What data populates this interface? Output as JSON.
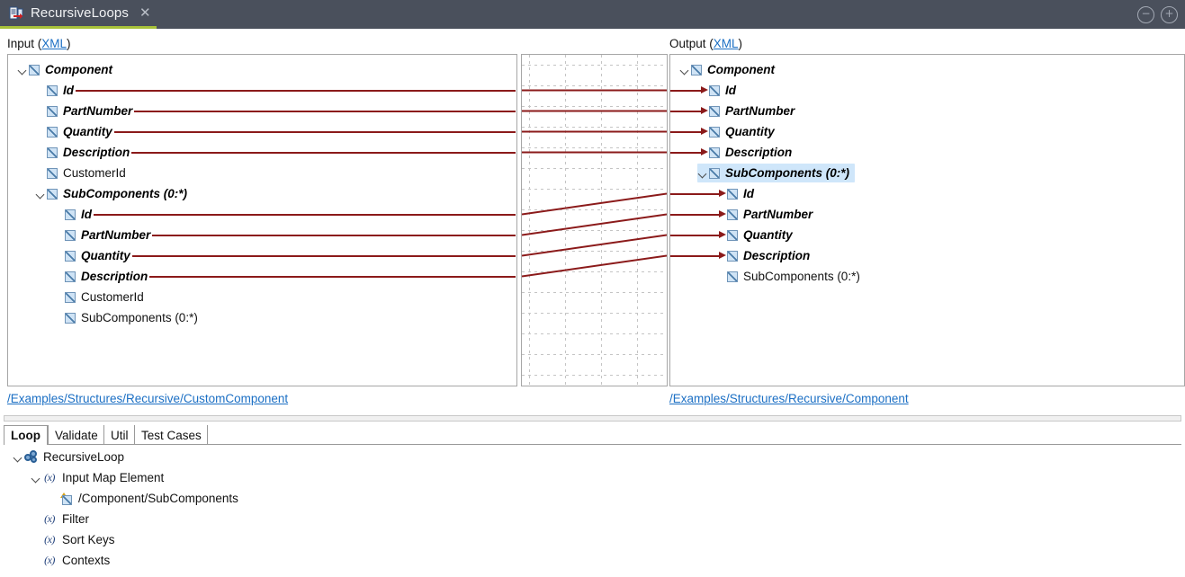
{
  "window": {
    "tab_title": "RecursiveLoops",
    "tab_icon": "mapping-document-icon",
    "close_label": "✕",
    "minimize_label": "−",
    "maximize_label": "+",
    "accent_color": "#a8c23a",
    "titlebar_color": "#4a505c"
  },
  "panels": {
    "input": {
      "label_prefix": "Input (",
      "label_link": "XML",
      "label_suffix": ")",
      "path": "/Examples/Structures/Recursive/CustomComponent"
    },
    "output": {
      "label_prefix": "Output (",
      "label_link": "XML",
      "label_suffix": ")",
      "path": "/Examples/Structures/Recursive/Component"
    }
  },
  "input_tree": [
    {
      "label": "Component",
      "indent": 0,
      "twisty": true,
      "mapped": true,
      "connector": false
    },
    {
      "label": "Id",
      "indent": 1,
      "twisty": false,
      "mapped": true,
      "connector": true
    },
    {
      "label": "PartNumber",
      "indent": 1,
      "twisty": false,
      "mapped": true,
      "connector": true
    },
    {
      "label": "Quantity",
      "indent": 1,
      "twisty": false,
      "mapped": true,
      "connector": true
    },
    {
      "label": "Description",
      "indent": 1,
      "twisty": false,
      "mapped": true,
      "connector": true
    },
    {
      "label": "CustomerId",
      "indent": 1,
      "twisty": false,
      "mapped": false,
      "connector": false
    },
    {
      "label": "SubComponents (0:*)",
      "indent": 1,
      "twisty": true,
      "mapped": true,
      "connector": false
    },
    {
      "label": "Id",
      "indent": 2,
      "twisty": false,
      "mapped": true,
      "connector": true
    },
    {
      "label": "PartNumber",
      "indent": 2,
      "twisty": false,
      "mapped": true,
      "connector": true
    },
    {
      "label": "Quantity",
      "indent": 2,
      "twisty": false,
      "mapped": true,
      "connector": true
    },
    {
      "label": "Description",
      "indent": 2,
      "twisty": false,
      "mapped": true,
      "connector": true
    },
    {
      "label": "CustomerId",
      "indent": 2,
      "twisty": false,
      "mapped": false,
      "connector": false
    },
    {
      "label": "SubComponents (0:*)",
      "indent": 2,
      "twisty": false,
      "mapped": false,
      "connector": false
    }
  ],
  "output_tree": [
    {
      "label": "Component",
      "indent": 0,
      "twisty": true,
      "mapped": true,
      "arrow": false,
      "selected": false
    },
    {
      "label": "Id",
      "indent": 1,
      "twisty": false,
      "mapped": true,
      "arrow": true,
      "selected": false
    },
    {
      "label": "PartNumber",
      "indent": 1,
      "twisty": false,
      "mapped": true,
      "arrow": true,
      "selected": false
    },
    {
      "label": "Quantity",
      "indent": 1,
      "twisty": false,
      "mapped": true,
      "arrow": true,
      "selected": false
    },
    {
      "label": "Description",
      "indent": 1,
      "twisty": false,
      "mapped": true,
      "arrow": true,
      "selected": false
    },
    {
      "label": "SubComponents (0:*)",
      "indent": 1,
      "twisty": true,
      "mapped": true,
      "arrow": false,
      "selected": true
    },
    {
      "label": "Id",
      "indent": 2,
      "twisty": false,
      "mapped": true,
      "arrow": true,
      "selected": false
    },
    {
      "label": "PartNumber",
      "indent": 2,
      "twisty": false,
      "mapped": true,
      "arrow": true,
      "selected": false
    },
    {
      "label": "Quantity",
      "indent": 2,
      "twisty": false,
      "mapped": true,
      "arrow": true,
      "selected": false
    },
    {
      "label": "Description",
      "indent": 2,
      "twisty": false,
      "mapped": true,
      "arrow": true,
      "selected": false
    },
    {
      "label": "SubComponents (0:*)",
      "indent": 2,
      "twisty": false,
      "mapped": false,
      "arrow": false,
      "selected": false
    }
  ],
  "mapping_lines": {
    "color": "#8b1a1a",
    "links": [
      {
        "from_row": 1,
        "to_row": 1
      },
      {
        "from_row": 2,
        "to_row": 2
      },
      {
        "from_row": 3,
        "to_row": 3
      },
      {
        "from_row": 4,
        "to_row": 4
      },
      {
        "from_row": 7,
        "to_row": 6
      },
      {
        "from_row": 8,
        "to_row": 7
      },
      {
        "from_row": 9,
        "to_row": 8
      },
      {
        "from_row": 10,
        "to_row": 9
      }
    ]
  },
  "bottom_tabs": [
    {
      "label": "Loop",
      "active": true
    },
    {
      "label": "Validate",
      "active": false
    },
    {
      "label": "Util",
      "active": false
    },
    {
      "label": "Test Cases",
      "active": false
    }
  ],
  "bottom_tree": [
    {
      "label": "RecursiveLoop",
      "indent": 0,
      "twisty": true,
      "icon": "loop-icon"
    },
    {
      "label": "Input Map Element",
      "indent": 1,
      "twisty": true,
      "icon": "variable-icon"
    },
    {
      "label": "/Component/SubComponents",
      "indent": 2,
      "twisty": false,
      "icon": "element-ref-icon"
    },
    {
      "label": "Filter",
      "indent": 1,
      "twisty": false,
      "icon": "variable-icon"
    },
    {
      "label": "Sort Keys",
      "indent": 1,
      "twisty": false,
      "icon": "variable-icon"
    },
    {
      "label": "Contexts",
      "indent": 1,
      "twisty": false,
      "icon": "variable-icon"
    }
  ],
  "variable_glyph": "(x)"
}
